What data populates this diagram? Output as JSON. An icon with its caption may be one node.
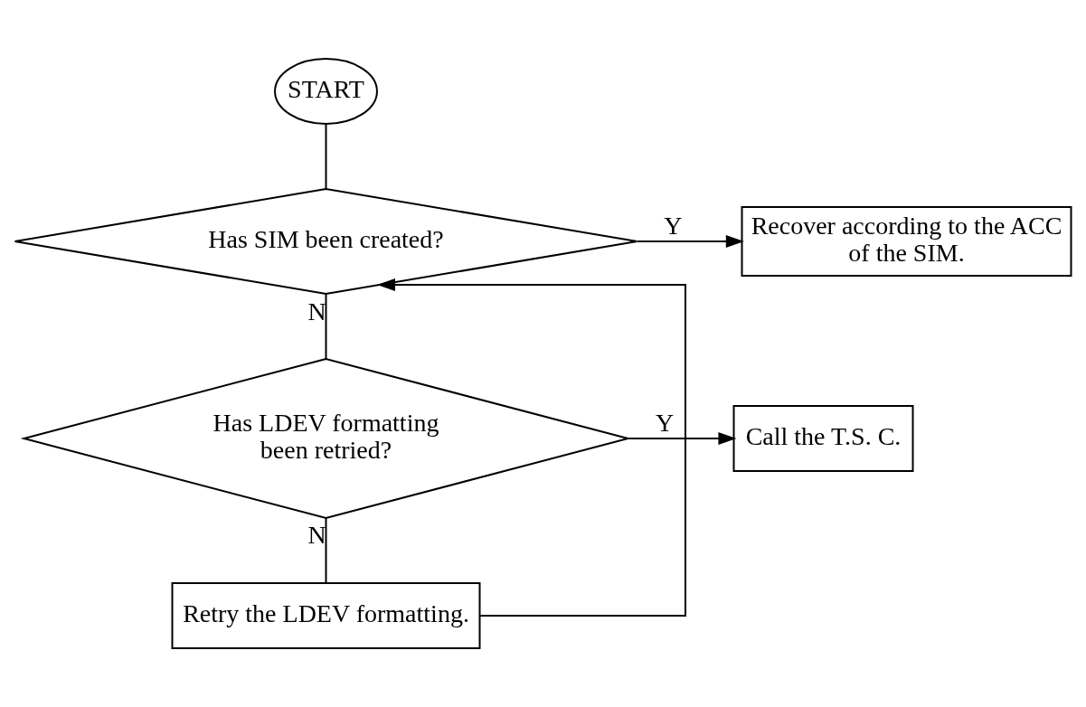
{
  "diagram": {
    "nodes": [
      {
        "text": [
          "START"
        ]
      },
      {
        "text": [
          "Has SIM been created?"
        ]
      },
      {
        "text": [
          "Recover according to the ACC of the SIM."
        ]
      },
      {
        "text": [
          "Has LDEV formatting been retried?"
        ]
      },
      {
        "text": [
          "Call the T.S. C."
        ]
      },
      {
        "text": [
          "Retry the LDEV formatting."
        ]
      }
    ],
    "edges": [
      {
        "from": 0,
        "to": 1,
        "arrow": "none"
      },
      {
        "from": 1,
        "to": 2,
        "arrow": "to",
        "label": "Y"
      },
      {
        "from": 1,
        "to": 3,
        "arrow": "none",
        "label": "N"
      },
      {
        "from": 3,
        "to": 4,
        "arrow": "to",
        "label": "Y"
      },
      {
        "from": 3,
        "to": 5,
        "arrow": "none",
        "label": "N"
      },
      {
        "from": 5,
        "to": 1,
        "arrow": "to"
      }
    ]
  }
}
